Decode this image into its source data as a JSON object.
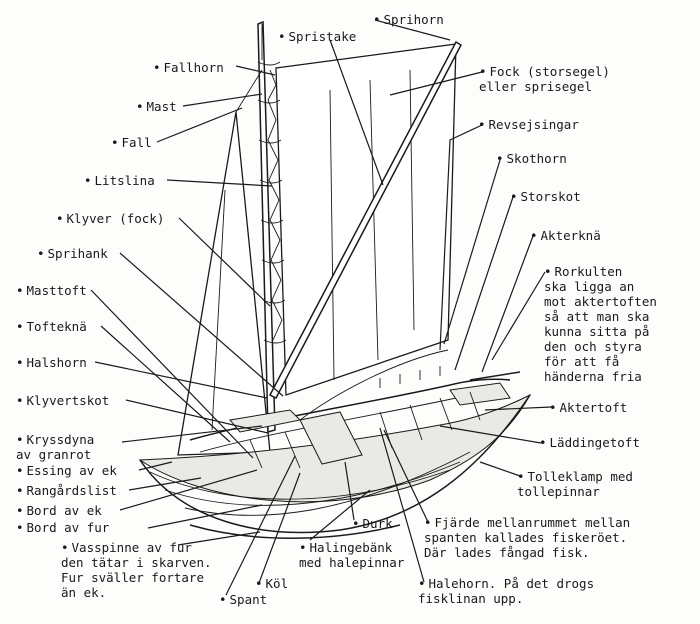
{
  "labels": {
    "sprihorn": "Sprihorn",
    "spristake": "Spristake",
    "fallhorn": "Fallhorn",
    "fock": "Fock (storsegel)\neller sprisegel",
    "mast": "Mast",
    "fall": "Fall",
    "revsejsingar": "Revsejsingar",
    "skothorn": "Skothorn",
    "litslina": "Litslina",
    "storskot": "Storskot",
    "klyver": "Klyver (fock)",
    "akterkna": "Akterknä",
    "sprihank": "Sprihank",
    "rorkulten": "Rorkulten\nska ligga an\nmot aktertoften\nså att man ska\nkunna sitta på\nden och styra\nför att få\nhänderna fria",
    "masttoft": "Masttoft",
    "toftekna": "Tofteknä",
    "halshorn": "Halshorn",
    "klyvertskot": "Klyvertskot",
    "aktertoft": "Aktertoft",
    "kryssdyna": "Kryssdyna\nav granrot",
    "laddingetoft": "Läddingetoft",
    "essing": "Essing av ek",
    "rangardslist": "Rangårdslist",
    "tolleklamp": "Tolleklamp med\ntollepinnar",
    "bord_ek": "Bord av ek",
    "bord_fur": "Bord av fur",
    "durk": "Durk",
    "fjarde": "Fjärde mellanrummet mellan\nspanten kallades fiskeröet.\nDär lades fångad fisk.",
    "vasspinne": "Vasspinne av fur\nden tätar i skarven.\nFur sväller fortare\nän ek.",
    "halingebank": "Halingebänk\nmed halepinnar",
    "kol": "Köl",
    "halehorn": "Halehorn. På det drogs\nfisklinan upp.",
    "spant": "Spant"
  }
}
